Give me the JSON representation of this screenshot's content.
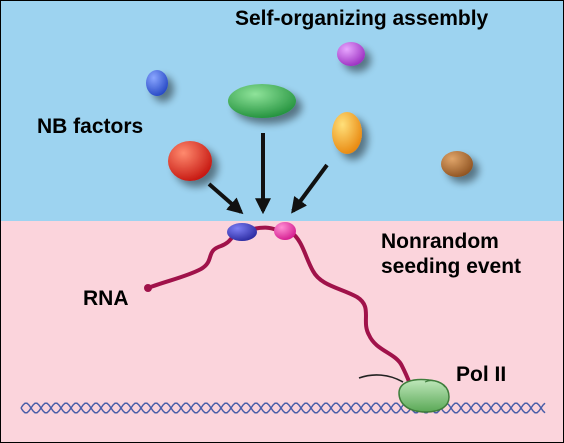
{
  "labels": {
    "top_title": "Self-organizing assembly",
    "nb_factors": "NB factors",
    "seeding_line1": "Nonrandom",
    "seeding_line2": "seeding event",
    "rna": "RNA",
    "pol2": "Pol II"
  },
  "colors": {
    "top_panel": "#9dd3f0",
    "bottom_panel": "#fbd4dc",
    "rna_strand": "#a0124a",
    "arrow": "#111111",
    "dna_strand": "#4a5ea8",
    "pol2": "#7dc27a",
    "factor_blue": "#3a5bd8",
    "factor_green": "#34a853",
    "factor_purple": "#b44ad6",
    "factor_orange": "#f2a21b",
    "factor_red": "#e0241c",
    "factor_brown": "#a8652a",
    "seed_blue": "#3d3fb8",
    "seed_magenta": "#ee2ba6"
  },
  "icons": [
    "nb-factor-blob",
    "arrow",
    "rna-strand",
    "dna-double-helix",
    "pol-ii-enzyme"
  ]
}
